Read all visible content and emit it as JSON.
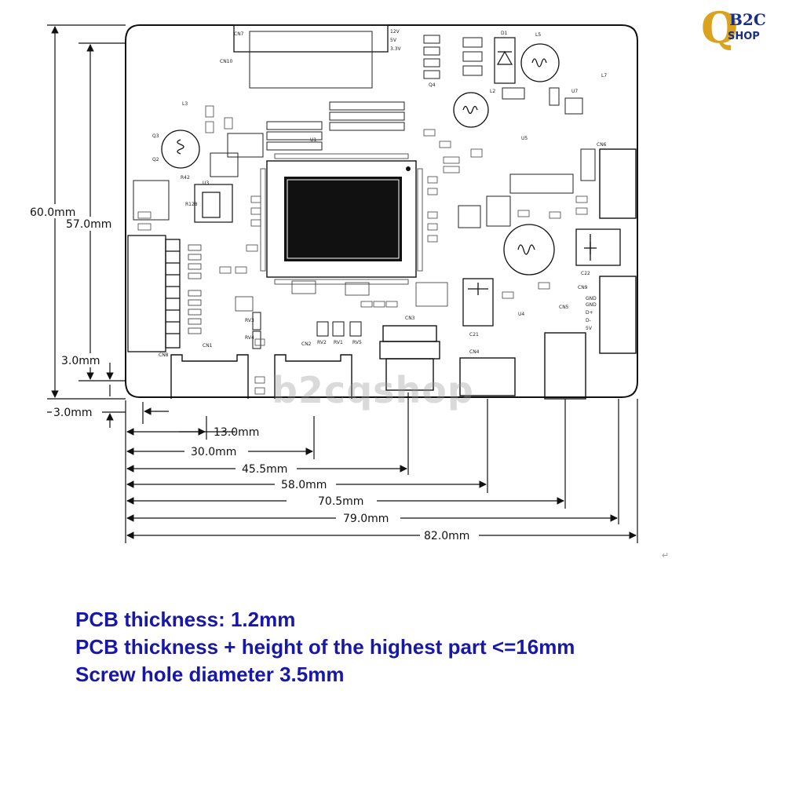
{
  "brand": {
    "logo_letter": "Q",
    "logo_top": "B2C",
    "logo_bottom": "SHOP",
    "watermark": "b2cqshop"
  },
  "dimensions": {
    "height_total": "60.0mm",
    "height_inner": "57.0mm",
    "edge_top": "3.0mm",
    "edge_bottom": "3.0mm",
    "w_13": "13.0mm",
    "w_30": "30.0mm",
    "w_45": "45.5mm",
    "w_58": "58.0mm",
    "w_70": "70.5mm",
    "w_79": "79.0mm",
    "w_82": "82.0mm"
  },
  "board_labels": {
    "cn7": "CN7",
    "cn10": "CN10",
    "cn6": "CN6",
    "cn9": "CN9",
    "cn8": "CN8",
    "cn1": "CN1",
    "cn2": "CN2",
    "cn3": "CN3",
    "cn4": "CN4",
    "cn5": "CN5",
    "u1": "U1",
    "u3": "U3",
    "u4": "U4",
    "u5": "U5",
    "u7": "U7",
    "l2": "L2",
    "l3": "L3",
    "l5": "L5",
    "l7": "L7",
    "d1": "D1",
    "q2": "Q2",
    "q3": "Q3",
    "q4": "Q4",
    "c21": "C21",
    "c22": "C22",
    "r42": "R42",
    "r128": "R128",
    "rv1": "RV1",
    "rv2": "RV2",
    "rv3": "RV3",
    "rv4": "RV4",
    "rv5": "RV5",
    "v12": "12V",
    "v5": "5V",
    "v33": "3.3V",
    "gnd1": "GND",
    "gnd2": "GND",
    "dplus": "D+",
    "dminus": "D-",
    "fivev": "5V"
  },
  "notes": {
    "line1": "PCB thickness: 1.2mm",
    "line2": "PCB thickness + height of the highest part <=16mm",
    "line3": "Screw hole diameter 3.5mm"
  },
  "misc": {
    "return_mark": "↵"
  },
  "colors": {
    "note_text": "#1818a8",
    "logo_gold": "#d9a21f",
    "logo_blue": "#1a2f8a"
  }
}
